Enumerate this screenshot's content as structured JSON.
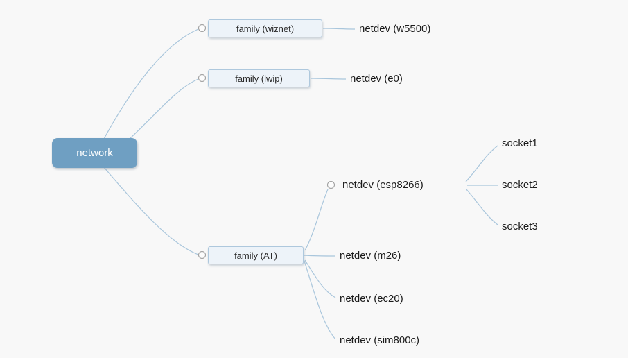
{
  "root": {
    "label": "network"
  },
  "branches": [
    {
      "label": "family (wiznet)",
      "children": [
        {
          "label": "netdev (w5500)"
        }
      ]
    },
    {
      "label": "family (lwip)",
      "children": [
        {
          "label": "netdev (e0)"
        }
      ]
    },
    {
      "label": "family (AT)",
      "children": [
        {
          "label": "netdev (esp8266)",
          "children": [
            {
              "label": "socket1"
            },
            {
              "label": "socket2"
            },
            {
              "label": "socket3"
            }
          ]
        },
        {
          "label": "netdev (m26)"
        },
        {
          "label": "netdev (ec20)"
        },
        {
          "label": "netdev (sim800c)"
        }
      ]
    }
  ],
  "colors": {
    "background": "#f8f8f8",
    "root_fill": "#6f9fc2",
    "branch_fill": "#edf3f9",
    "branch_border": "#aec8dd",
    "connector": "#a9c6dc",
    "text_dark": "#1b1b1b"
  }
}
